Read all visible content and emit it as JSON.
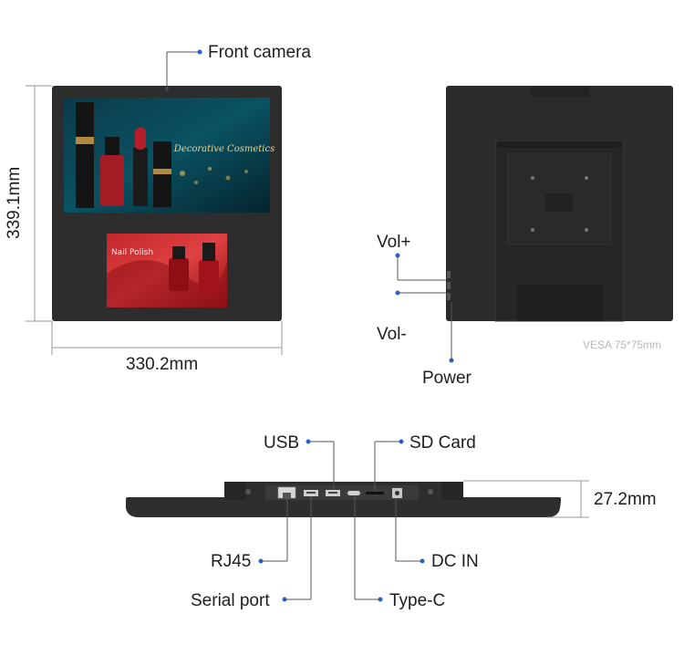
{
  "front": {
    "camera_label": "Front camera",
    "height_dim": "339.1mm",
    "width_dim": "330.2mm",
    "screen_top": {
      "subtitle": "Decorative Cosmetics"
    },
    "screen_bottom": {
      "subtitle": "Nail Polish"
    }
  },
  "back": {
    "vol_plus": "Vol+",
    "vol_minus": "Vol-",
    "power": "Power",
    "vesa": "VESA 75*75mm"
  },
  "bottom": {
    "usb": "USB",
    "sd_card": "SD Card",
    "rj45": "RJ45",
    "serial_port": "Serial port",
    "type_c": "Type-C",
    "dc_in": "DC IN",
    "thickness_dim": "27.2mm"
  },
  "colors": {
    "accent_dot": "#1e64d8",
    "device_body": "#2e2e2e",
    "line": "#555555"
  }
}
